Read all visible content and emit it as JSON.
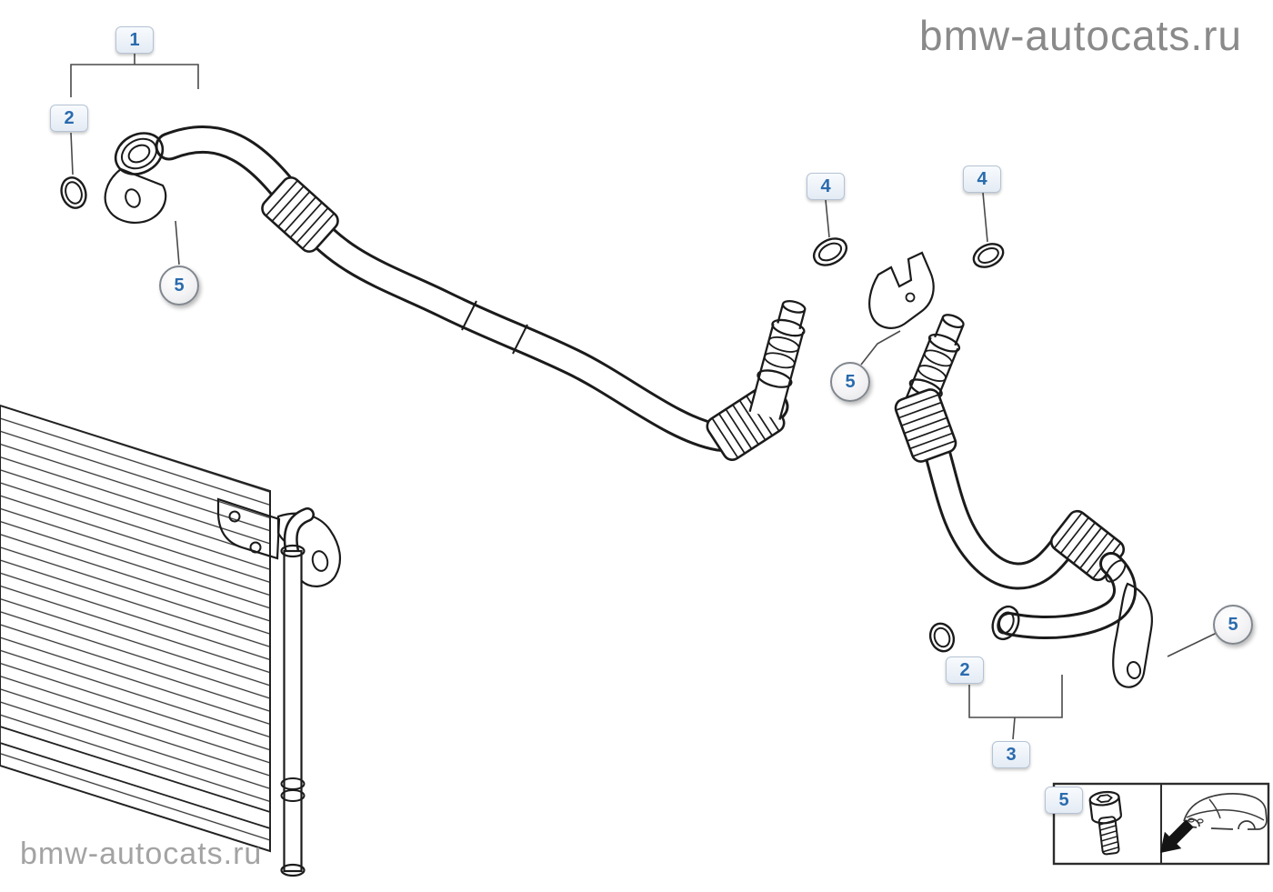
{
  "page": {
    "background": "#ffffff",
    "accent_color": "#2a6bad",
    "line_color": "#1b1b1b"
  },
  "watermarks": {
    "top_right": "bmw-autocats.ru",
    "bottom_left": "bmw-autocats.ru"
  },
  "callouts": [
    {
      "label": "1",
      "shape": "rect"
    },
    {
      "label": "2",
      "shape": "rect"
    },
    {
      "label": "5",
      "shape": "circle"
    },
    {
      "label": "4",
      "shape": "rect"
    },
    {
      "label": "4",
      "shape": "rect"
    },
    {
      "label": "5",
      "shape": "circle"
    },
    {
      "label": "2",
      "shape": "rect"
    },
    {
      "label": "3",
      "shape": "rect"
    },
    {
      "label": "5",
      "shape": "circle"
    },
    {
      "label": "5",
      "shape": "rect"
    }
  ],
  "legend": {
    "screw_label": "5",
    "icons": [
      "socket-head-screw",
      "car-direction-arrow"
    ]
  }
}
